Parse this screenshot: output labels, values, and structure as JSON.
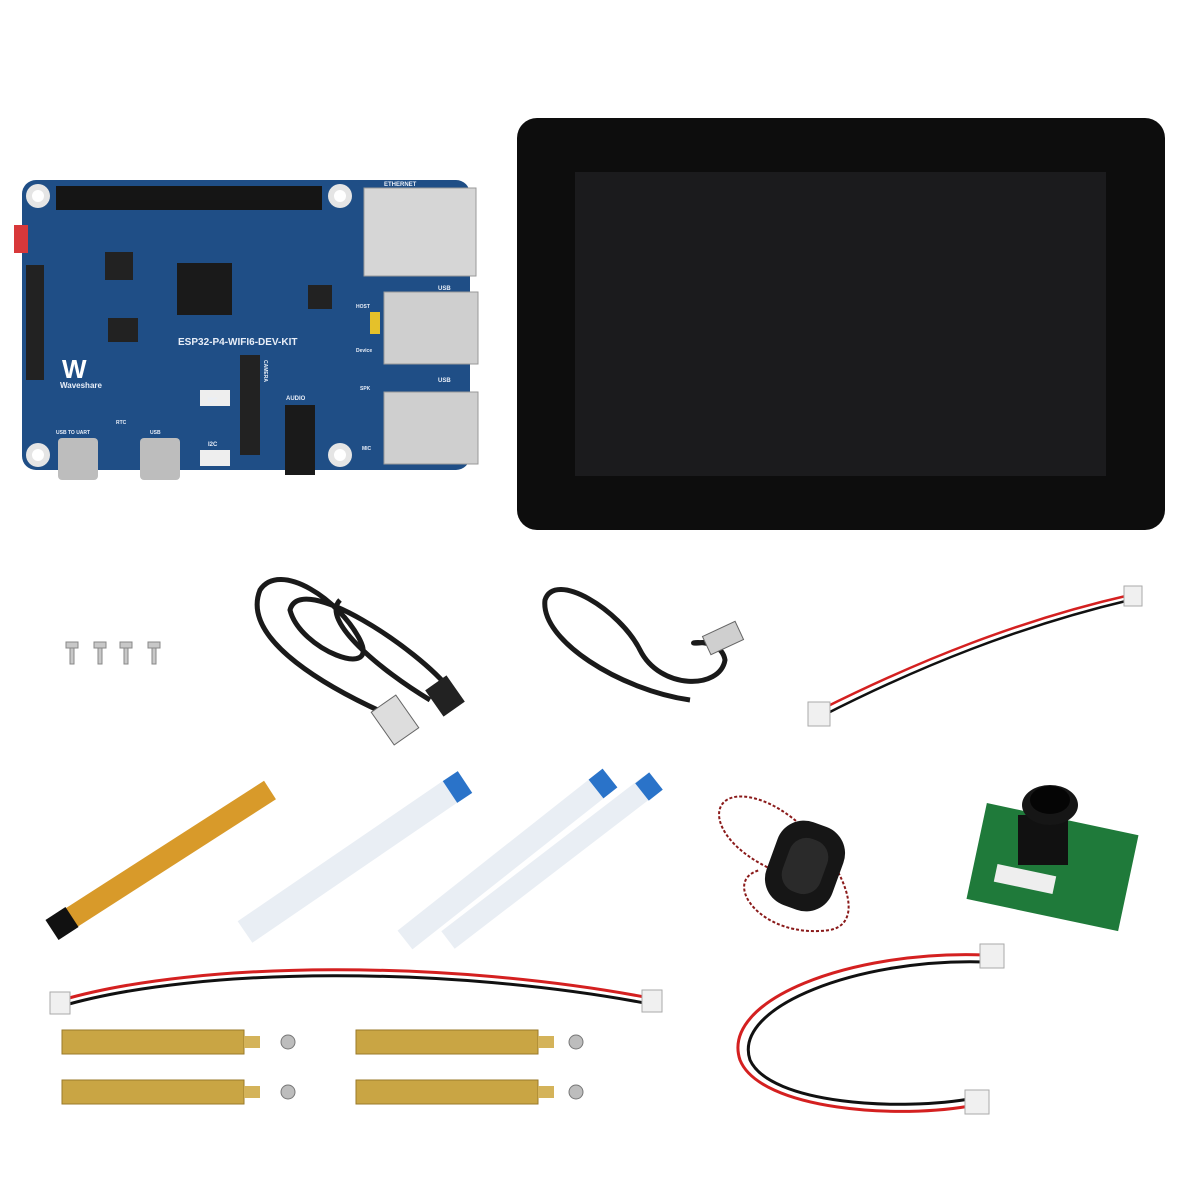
{
  "board": {
    "model": "ESP32-P4-WIFI6-DEV-KIT",
    "brand": "Waveshare",
    "labels": {
      "ethernet": "ETHERNET",
      "usb_top": "USB",
      "usb_bottom": "USB",
      "host": "HOST",
      "device": "Device",
      "audio": "AUDIO",
      "i2c_1": "I2C",
      "i2c_2": "I2C",
      "camera": "CAMERA",
      "usb_to_uart": "USB TO UART",
      "usb_c": "USB",
      "rtc": "RTC",
      "spk": "SPK",
      "mic": "MIC"
    }
  },
  "colors": {
    "board": "#1f4e86",
    "screen_bezel": "#0d0d0d",
    "screen_panel": "#1b1b1d",
    "brass": "#c9a544",
    "fpc_orange": "#d89a2a",
    "ffc_blue": "#2a73c9",
    "wire_red": "#d42020",
    "camera_pcb": "#1f7a3a"
  }
}
